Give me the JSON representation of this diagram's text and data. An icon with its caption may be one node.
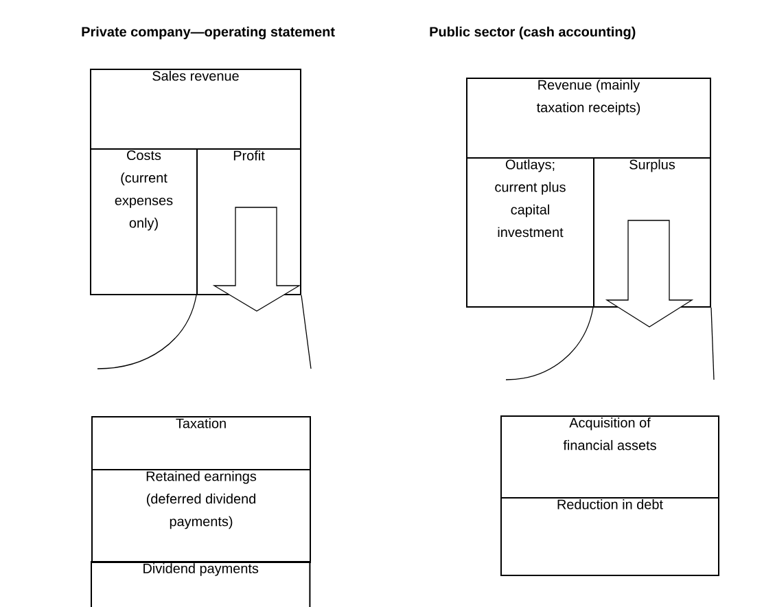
{
  "diagram": {
    "nodes": [
      {
        "text": [
          "Sales revenue"
        ]
      },
      {
        "text": [
          "Costs (current expenses only)"
        ]
      },
      {
        "text": [
          "Profit"
        ]
      },
      {
        "text": [
          "Taxation"
        ]
      },
      {
        "text": [
          "Retained earnings (deferred dividend payments)"
        ]
      },
      {
        "text": [
          "Dividend payments"
        ]
      },
      {
        "text": [
          "Revenue (mainly taxation receipts)"
        ]
      },
      {
        "text": [
          "Outlays; current plus capital investment"
        ]
      },
      {
        "text": [
          "Surplus"
        ]
      },
      {
        "text": [
          "Acquisition of financial assets"
        ]
      },
      {
        "text": [
          "Reduction in debt"
        ]
      }
    ],
    "edges": [
      {
        "from": 2,
        "to": null,
        "arrow": "none"
      },
      {
        "from": 2,
        "to": null,
        "arrow": "none"
      },
      {
        "from": 8,
        "to": null,
        "arrow": "none"
      },
      {
        "from": 8,
        "to": null,
        "arrow": "none"
      }
    ],
    "labels": [
      "Private company—operating statement",
      "Public sector (cash accounting)"
    ]
  }
}
